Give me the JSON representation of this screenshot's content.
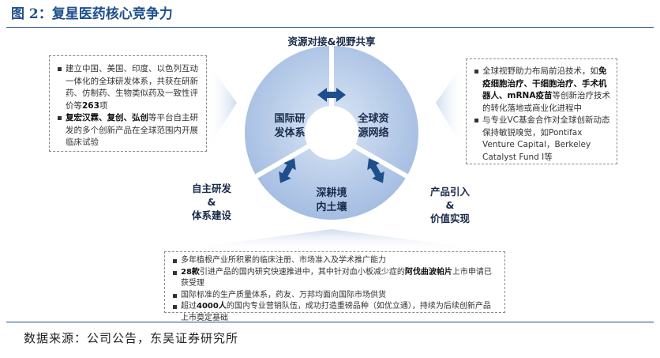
{
  "figure": {
    "title": "图 2：复星医药核心竞争力",
    "source": "数据来源：公司公告，东吴证券研究所"
  },
  "ring": {
    "segments": [
      {
        "label_line1": "国际研",
        "label_line2": "发体系"
      },
      {
        "label_line1": "全球资",
        "label_line2": "源网络"
      },
      {
        "label_line1": "深耕境",
        "label_line2": "内土壤"
      }
    ]
  },
  "connectors": {
    "top": "资源对接&视野共享",
    "left": {
      "line1": "自主研发",
      "line2": "&",
      "line3": "体系建设"
    },
    "right": {
      "line1": "产品引入",
      "line2": "&",
      "line3": "价值实现"
    }
  },
  "boxes": {
    "left": {
      "items": [
        {
          "t1": "建立中国、美国、印度、以色列互动一体化的全球研发体系，共获在研新药、仿制药、生物类似药及一致性评价等",
          "b1": "263",
          "t2": "项"
        },
        {
          "b1": "复宏汉霖、复创、弘创",
          "t1": "等平台自主研发的多个创新产品在全球范围内开展临床试验"
        }
      ]
    },
    "right": {
      "items": [
        {
          "t1": "全球视野助力布局前沿技术，如",
          "b1": "免疫细胞治疗、干细胞治疗、手术机器人、mRNA疫苗",
          "t2": "等创新治疗技术的转化落地或商业化进程中"
        },
        {
          "t1": "与专业VC基金合作对全球创新动态保持敏锐嗅觉，如Pontifax Venture Capital，Berkeley Catalyst Fund Ⅰ等"
        }
      ]
    },
    "bottom": {
      "items": [
        {
          "t1": "多年植根产业所积累的临床注册、市场准入及学术推广能力"
        },
        {
          "b1": "28款",
          "t1": "引进产品的国内研究快速推进中，其中针对血小板减少症的",
          "b2": "阿伐曲波帕片",
          "t2": "上市申请已获受理"
        },
        {
          "t1": "国际标准的生产质量体系，药友、万邦均面向国际市场供货"
        },
        {
          "t1": "超过",
          "b1": "4000人",
          "t2": "的国内专业营销队伍，成功打造重磅品种（如优立通），持续为后续创新产品上市奠定基础"
        }
      ]
    }
  },
  "colors": {
    "ring_light": "#a9c1e4",
    "ring_mid": "#b8cde9",
    "arrow": "#1f4e8c",
    "title": "#1d4f8a"
  }
}
